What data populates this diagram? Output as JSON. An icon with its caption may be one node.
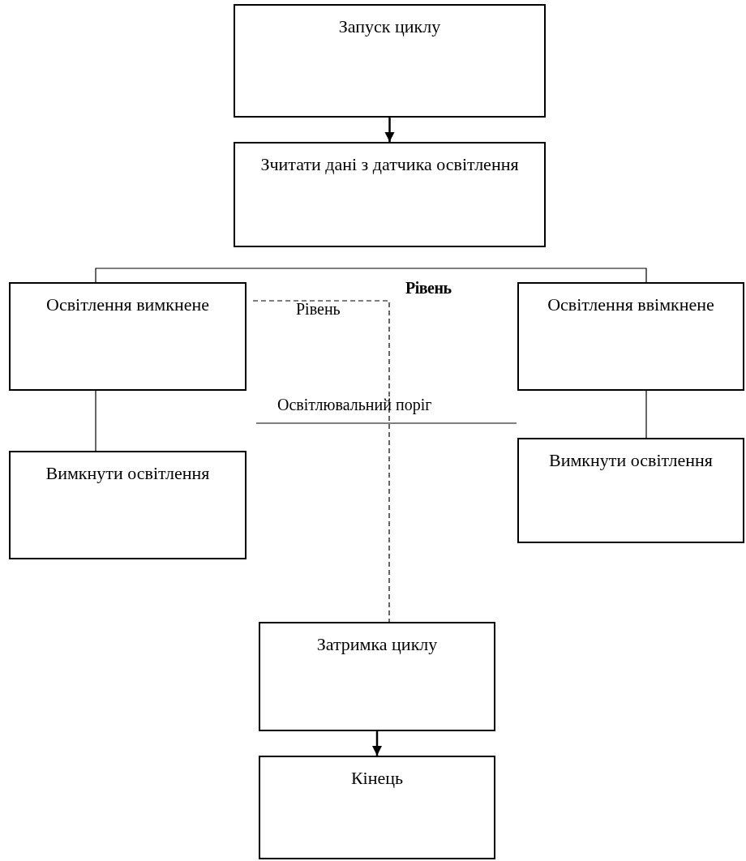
{
  "diagram": {
    "nodes": [
      {
        "text": [
          "Запуск циклу"
        ]
      },
      {
        "text": [
          "Зчитати дані з датчика освітлення"
        ]
      },
      {
        "text": [
          "Освітлення вимкнене"
        ]
      },
      {
        "text": [
          "Освітлення ввімкнене"
        ]
      },
      {
        "text": [
          "Вимкнути освітлення"
        ]
      },
      {
        "text": [
          "Вимкнути освітлення"
        ]
      },
      {
        "text": [
          "Затримка циклу"
        ]
      },
      {
        "text": [
          "Кінець"
        ]
      }
    ],
    "edges": [
      {
        "from": 0,
        "to": 1,
        "arrow": "to"
      },
      {
        "from": null,
        "to": 2,
        "arrow": "none"
      },
      {
        "from": null,
        "to": 3,
        "arrow": "none"
      },
      {
        "from": 2,
        "to": 4,
        "arrow": "none"
      },
      {
        "from": 3,
        "to": 5,
        "arrow": "none"
      },
      {
        "from": 2,
        "to": 6,
        "arrow": "none",
        "style": "dashed"
      },
      {
        "from": 6,
        "to": 7,
        "arrow": "to"
      }
    ],
    "labels": [
      "Рівень",
      "Рівень",
      "Освітлювальний поріг"
    ]
  }
}
